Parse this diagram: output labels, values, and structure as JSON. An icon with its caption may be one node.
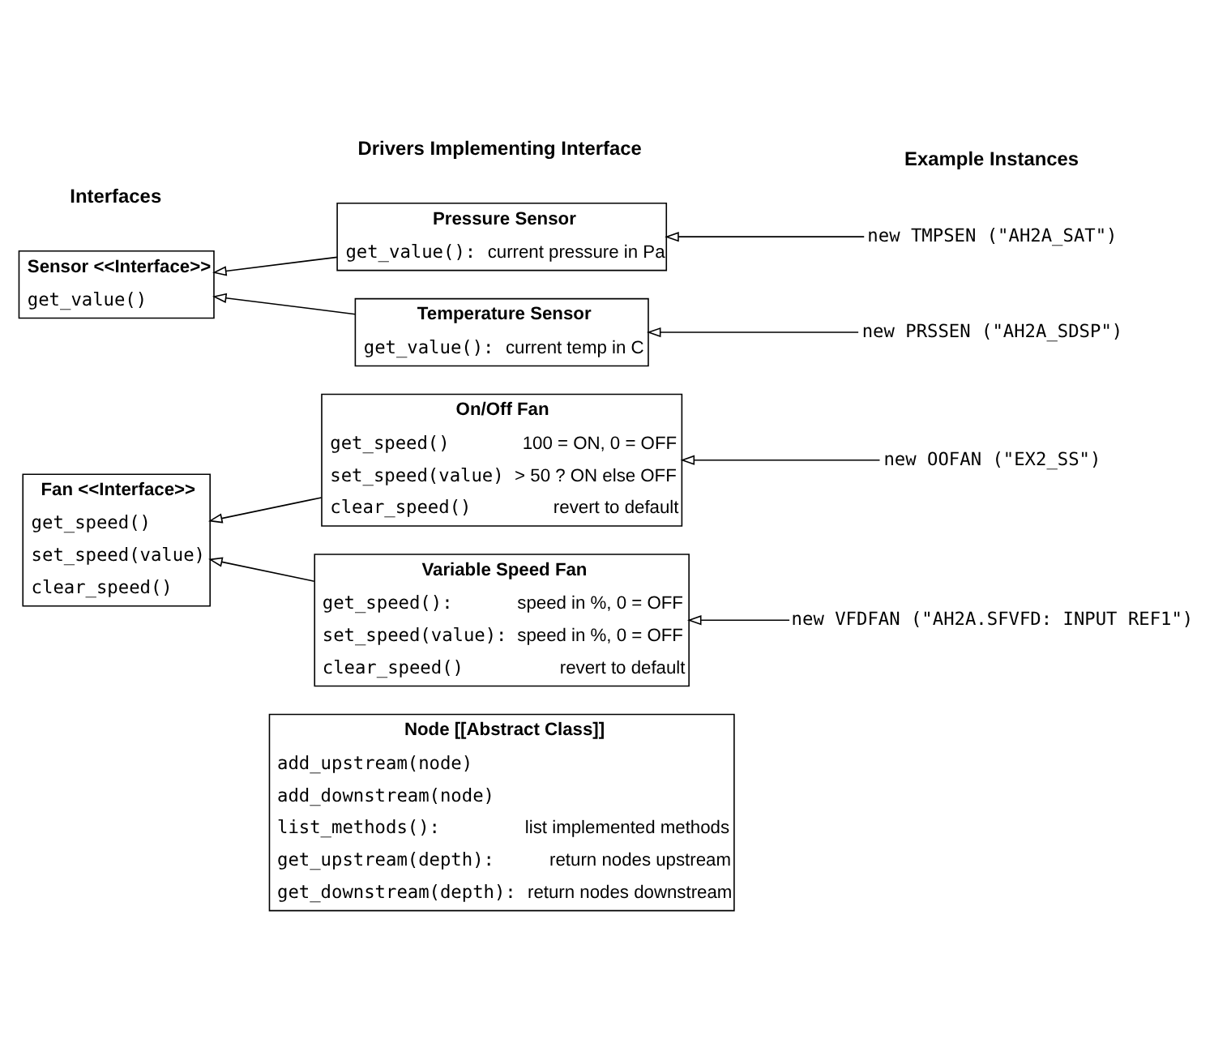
{
  "diagram": {
    "nodes": [
      {
        "text": [
          "Node [[Abstract Class]]",
          "add_upstream(node)",
          "add_downstream(node)",
          "list_methods():",
          "list implemented methods",
          "get_upstream(depth):",
          "return nodes upstream",
          "get_downstream(depth):",
          "return nodes downstream"
        ]
      },
      {
        "text": [
          "Fan <<Interface>>",
          "get_speed()",
          "set_speed(value)",
          "clear_speed()"
        ]
      },
      {
        "text": [
          "On/Off Fan",
          "get_speed()",
          "100 = ON, 0 = OFF",
          "set_speed(value)",
          "> 50 ? ON else OFF",
          "clear_speed()",
          "revert to default"
        ]
      },
      {
        "text": [
          "Variable Speed Fan",
          "get_speed():",
          "speed in %, 0 = OFF",
          "set_speed(value):",
          "speed in %, 0 = OFF",
          "clear_speed()",
          "revert to default"
        ]
      },
      {
        "text": [
          "Sensor <<Interface>>",
          "get_value()"
        ]
      },
      {
        "text": [
          "Pressure Sensor",
          "get_value():",
          "current pressure in Pa"
        ]
      },
      {
        "text": [
          "Temperature Sensor",
          "get_value():",
          "current temp in C"
        ]
      },
      {
        "text": [
          "new OOFAN (\"EX2_SS\")"
        ]
      },
      {
        "text": [
          "new VFDFAN (\"AH2A.SFVFD: INPUT REF1\")"
        ]
      },
      {
        "text": [
          "new TMPSEN (\"AH2A_SAT\")"
        ]
      },
      {
        "text": [
          "new PRSSEN (\"AH2A_SDSP\")"
        ]
      }
    ],
    "edges": [
      {
        "from": 2,
        "to": 1,
        "arrow": "to"
      },
      {
        "from": 3,
        "to": 1,
        "arrow": "to"
      },
      {
        "from": 5,
        "to": 4,
        "arrow": "to"
      },
      {
        "from": 6,
        "to": 4,
        "arrow": "to"
      },
      {
        "from": 7,
        "to": 2,
        "arrow": "to"
      },
      {
        "from": 8,
        "to": 3,
        "arrow": "to"
      },
      {
        "from": 9,
        "to": 5,
        "arrow": "to"
      },
      {
        "from": 10,
        "to": 6,
        "arrow": "to"
      }
    ],
    "labels": [
      "Interfaces",
      "Drivers Implementing Interface",
      "Example Instances"
    ]
  }
}
